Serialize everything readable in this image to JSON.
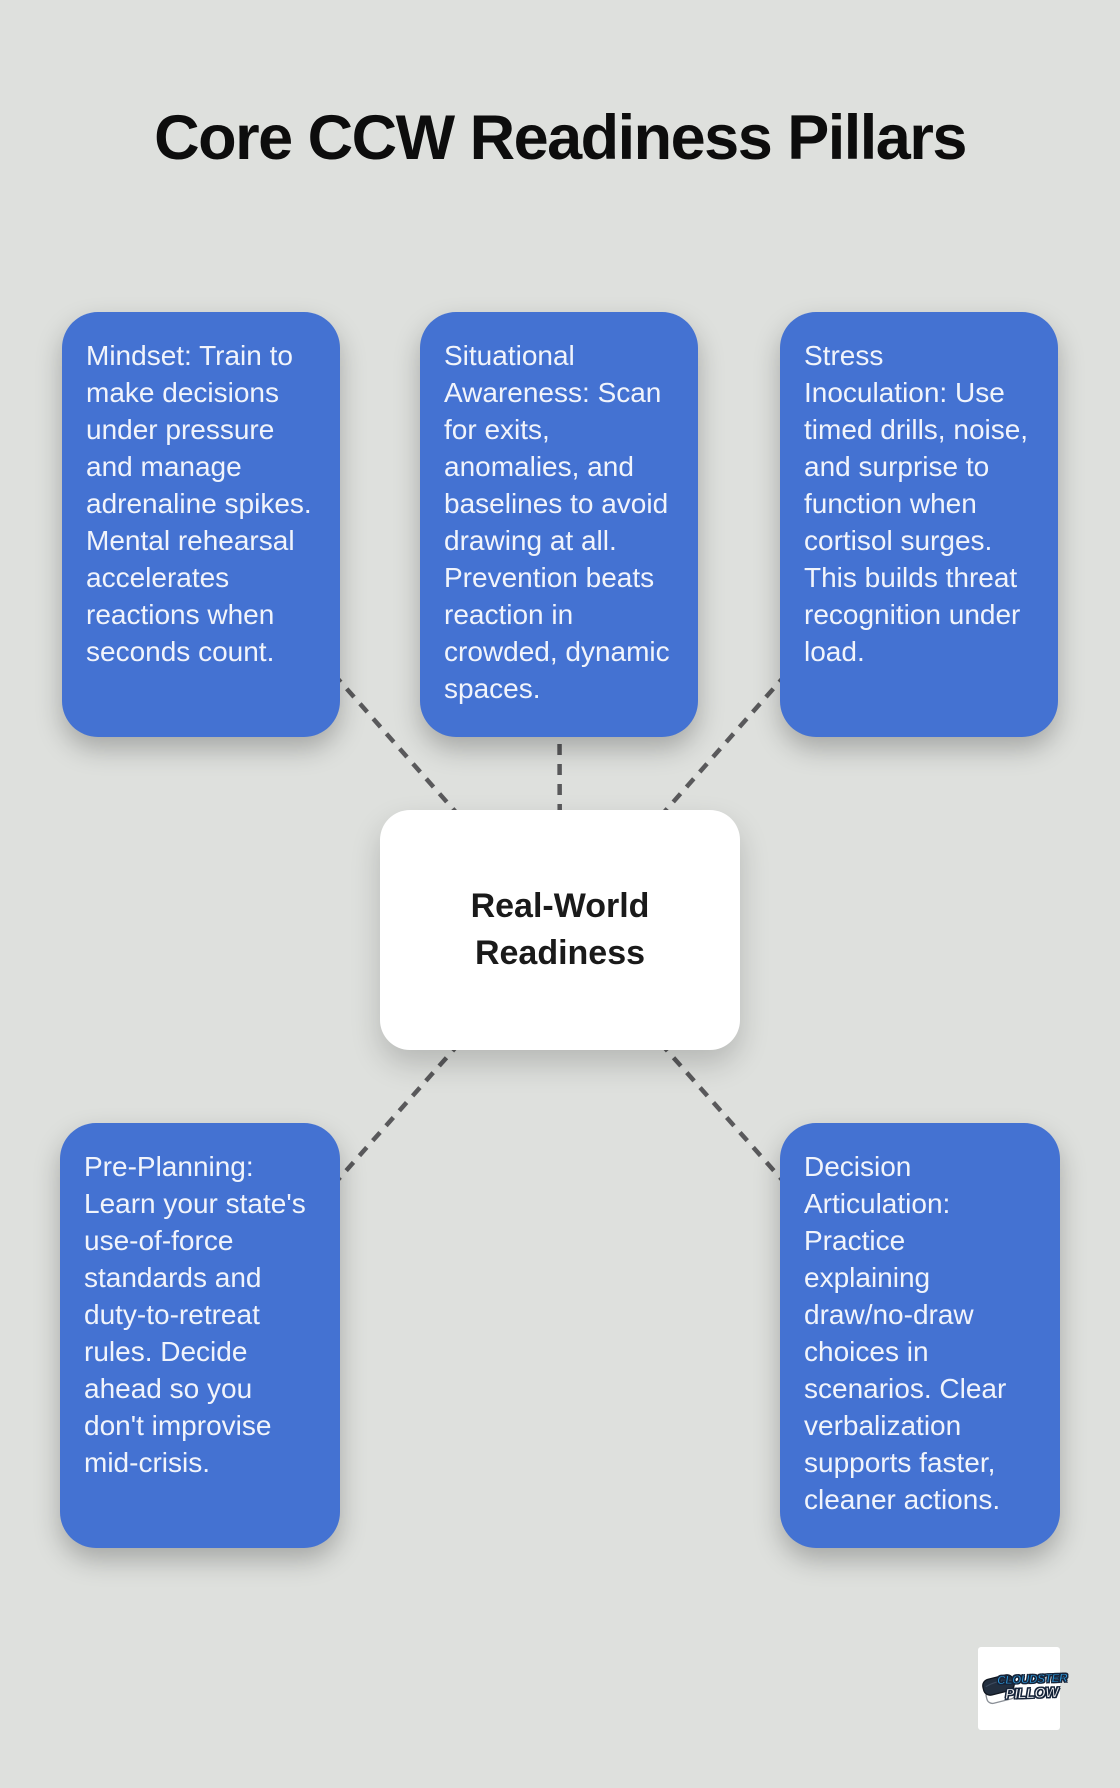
{
  "title": "Core CCW Readiness Pillars",
  "center": {
    "label": "Real-World Readiness"
  },
  "pillars": [
    {
      "id": "mindset",
      "position": "top-left",
      "text": "Mindset: Train to make decisions under pressure and manage adrenaline spikes. Mental rehearsal accelerates reactions when seconds count."
    },
    {
      "id": "situational-awareness",
      "position": "top-center",
      "text": "Situational Awareness: Scan for exits, anomalies, and baselines to avoid drawing at all. Prevention beats reaction in crowded, dynamic spaces."
    },
    {
      "id": "stress-inoculation",
      "position": "top-right",
      "text": "Stress Inoculation: Use timed drills, noise, and surprise to function when cortisol surges. This builds threat recognition under load."
    },
    {
      "id": "pre-planning",
      "position": "bottom-left",
      "text": "Pre-Planning: Learn your state's use-of-force standards and duty-to-retreat rules. Decide ahead so you don't improvise mid-crisis."
    },
    {
      "id": "decision-articulation",
      "position": "bottom-right",
      "text": "Decision Articulation: Practice explaining draw/no-draw choices in scenarios. Clear verbalization supports faster, cleaner actions."
    }
  ],
  "logo": {
    "name_top": "CLOUDSTER",
    "name_bottom": "PILLOW",
    "icon": "pillow-icon"
  },
  "colors": {
    "background": "#dee0dd",
    "node-blue": "#4472d2",
    "node-text": "#f1f4fb",
    "connector": "#59595b",
    "center-bg": "#ffffff",
    "center-text": "#1a1a1a",
    "title-text": "#0d0d0d",
    "logo-blue": "#2f9fe3",
    "logo-outline": "#16243a"
  }
}
